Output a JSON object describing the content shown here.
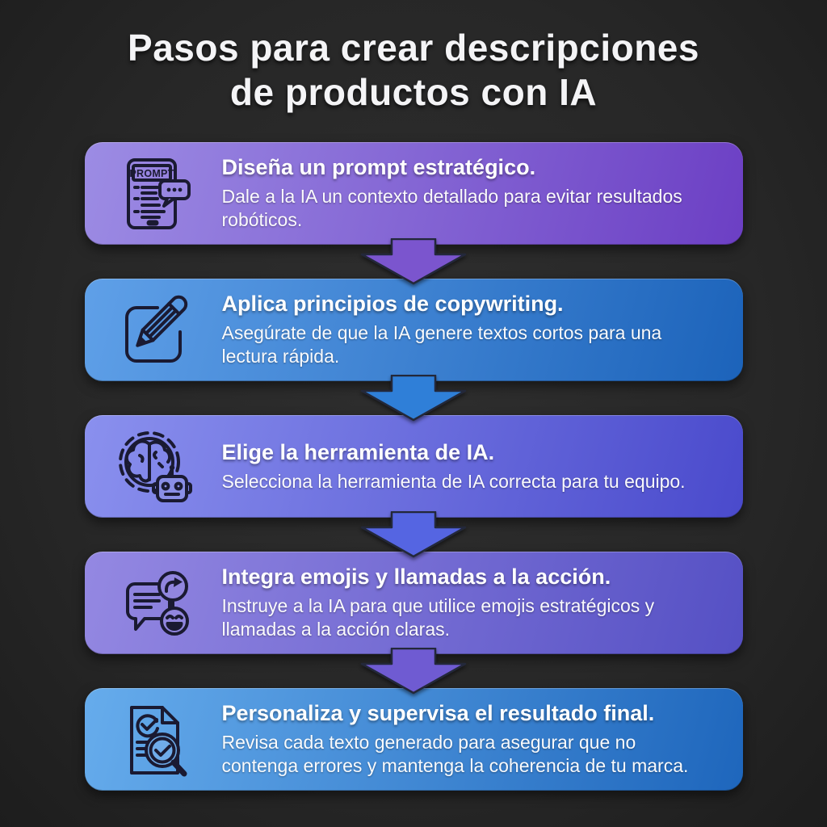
{
  "page": {
    "title_line1": "Pasos para crear descripciones",
    "title_line2": "de productos con IA"
  },
  "steps": [
    {
      "title": "Diseña un prompt estratégico.",
      "description": "Dale a la IA un contexto detallado para evitar resultados robóticos.",
      "icon": "prompt-tablet-icon",
      "icon_label": "PROMPT",
      "gradient_start": "#9C8CE4",
      "gradient_end": "#6C3FC4"
    },
    {
      "title": "Aplica principios de copywriting.",
      "description": "Asegúrate de que la IA genere textos cortos para una lectura rápida.",
      "icon": "pencil-edit-icon",
      "gradient_start": "#5FA0E8",
      "gradient_end": "#1C63BA"
    },
    {
      "title": "Elige la herramienta de IA.",
      "description": "Selecciona la herramienta de IA correcta para tu equipo.",
      "icon": "ai-gear-brain-robot-icon",
      "gradient_start": "#8A90EE",
      "gradient_end": "#4A4ACC"
    },
    {
      "title": "Integra emojis y llamadas a la acción.",
      "description": "Instruye a la IA para que utilice emojis estratégicos y llamadas a la acción claras.",
      "icon": "chat-emoji-cta-icon",
      "gradient_start": "#9488E2",
      "gradient_end": "#5550C4"
    },
    {
      "title": "Personaliza y supervisa el resultado final.",
      "description": "Revisa cada texto generado para asegurar que no contenga errores y mantenga la coherencia de tu marca.",
      "icon": "review-document-magnifier-icon",
      "gradient_start": "#66ACEC",
      "gradient_end": "#1E66BC"
    }
  ],
  "arrows": [
    {
      "color": "#7B55CE"
    },
    {
      "color": "#2F7FD8"
    },
    {
      "color": "#5565E2"
    },
    {
      "color": "#6F5BD2"
    }
  ],
  "colors": {
    "background": "#272727",
    "title_text": "#F4F4F6",
    "card_text": "#FFFFFF",
    "icon_stroke": "#1A1A32"
  }
}
